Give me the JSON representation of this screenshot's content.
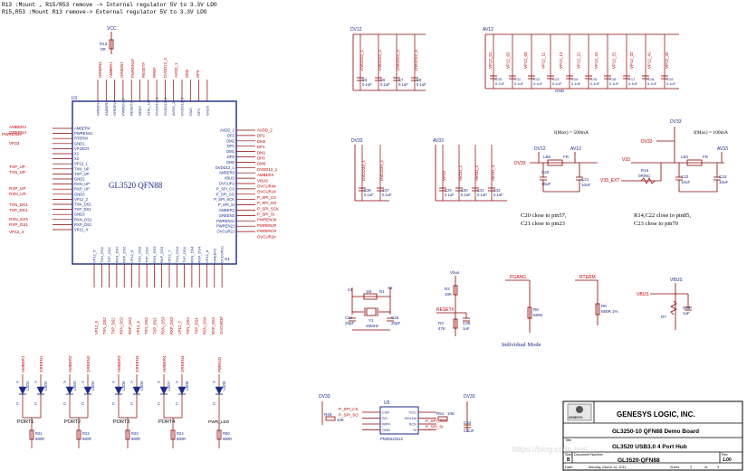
{
  "header": {
    "note1": "R13 :Mount , R15/R53 remove  -> Internal regulator 5V to 3.3V LDO",
    "note2": "R15,R53 :Mount  R13  remove-> External regulator 5V to 3.3V LDO"
  },
  "u1": {
    "ref": "U1",
    "part": "GL3520  QFN88",
    "vcc": "VCC",
    "r13": "R13",
    "r13_val": "0R",
    "left_nets": [
      "PWREN4#",
      "AMBER4",
      "GREEN4",
      "VP33",
      "TXP_UP",
      "TXN_UP",
      "RXP_UP",
      "RXN_UP",
      "TXN_DS1",
      "TXP_DS1",
      "RXN_DS1",
      "RXP_DS1",
      "VP12_4"
    ],
    "left_pins": [
      "AMBER4",
      "PWREN4J",
      "RTERM",
      "GND1",
      "VP33CR",
      "X1",
      "X2",
      "VP12_1",
      "TXN_UP",
      "TXP_UP",
      "GND2",
      "RXN_UP",
      "RXP_UP",
      "GND3",
      "VP12_2",
      "TXN_DS1",
      "TXP_DS1",
      "GND3",
      "RXN_DS1",
      "RXP_DS1",
      "VP12_4"
    ],
    "right_pins": [
      "AVDD_2",
      "DP2",
      "DM2",
      "DP1",
      "DM1",
      "DP0",
      "DM0",
      "DVDD12_1",
      "AMBER3",
      "VBUS",
      "OVCURJ",
      "P_SPI_CS",
      "P_SPI_SO",
      "P_SPI_SCK",
      "P_SPI_SI",
      "AMBER2",
      "GREEN3",
      "PWREN3J",
      "PWREN2J",
      "OVCUR2J"
    ],
    "right_nets": [
      "AVDD_2",
      "DP2",
      "DM2",
      "DP1",
      "DM1",
      "DP0",
      "DM0",
      "DVDD12_1",
      "AMBER3",
      "VBUS",
      "OVCUR4#",
      "OVCUR1#",
      "P_SPI_CS",
      "P_SPI_SO",
      "P_SPI_SCK",
      "P_SPI_SI",
      "PWREN3#",
      "PWREN2#",
      "PWREN1#",
      "OVCUR2#"
    ],
    "top_pins": [
      "GREEN4",
      "AMBER1",
      "GREEN1",
      "PWREN1J",
      "RESETJ",
      "RREF",
      "XTAL_UP",
      "DVDD12_4",
      "DVDD12_3",
      "AVDD_1",
      "DVDD12_2",
      "DM3",
      "DP3",
      "GND5"
    ],
    "top_nets": [
      "GREEN4",
      "AMBER1",
      "GREEN1",
      "PWREN1#",
      "RESET#",
      "RREF",
      "DVDD12_4",
      "AVDD_1",
      "DM3",
      "DP3"
    ],
    "bottom_pins": [
      "VP12_5",
      "TXN_DS2",
      "TXP_DS2",
      "RXN_DS2",
      "RXP_DS2",
      "VP12_6",
      "TXN_DS3",
      "TXP_DS3",
      "RXN_DS3",
      "RXP_DS3",
      "VP12_7",
      "TXN_DS4",
      "TXP_DS4",
      "RXN_DS4",
      "RXP_DS4",
      "VP12_8",
      "GREEN2",
      "OVCUR3J"
    ],
    "bottom_nets": [
      "VP12_5",
      "TXN_DS2",
      "TXP_DS2",
      "RXN_DS2",
      "RXP_DS2",
      "VP12_6",
      "TXN_DS3",
      "TXP_DS3",
      "RXN_DS3",
      "RXP_DS3",
      "VP12_7",
      "TXN_DS4",
      "TXP_DS4",
      "RXN_DS4",
      "RXP_DS4",
      "OVCUR3#"
    ],
    "g1": "G1"
  },
  "dv12_bank": {
    "rail": "DV12",
    "nets": [
      "DVDD12_1",
      "DVDD12_2",
      "DVDD12_3",
      "DVDD12_4"
    ],
    "caps": [
      "C5",
      "C6",
      "C7",
      "C8"
    ],
    "value": "0.1uF"
  },
  "av12_bank": {
    "rail": "AV12",
    "nets": [
      "VP12_01",
      "VP12_02",
      "VP12_03",
      "VP12_11",
      "VP12_12",
      "VP12_21",
      "VP12_22",
      "VP12_31",
      "VP12_32",
      "VP12_41",
      "VP12_42"
    ],
    "caps": [
      "C10",
      "C11",
      "C12",
      "C13",
      "C14",
      "C15",
      "C16",
      "C17",
      "C18",
      "C19"
    ],
    "value": "0.1uF",
    "gnd": "GND"
  },
  "dv33_bank": {
    "rail": "DV33",
    "nets": [
      "DVDD33_1",
      "DVDD33_2"
    ],
    "caps": [
      "C36",
      "C37"
    ],
    "value": "0.1uF"
  },
  "av33_bank": {
    "rail": "AV33",
    "nets": [
      "VP33",
      "AVDD_1",
      "AVDD_2",
      "AVDD_3"
    ],
    "caps": [
      "C29",
      "C30",
      "C31",
      "C32"
    ],
    "values": [
      "0.1uF",
      "0.1uF",
      "0.1uF",
      "0.1uF"
    ]
  },
  "ldo_dv12": {
    "imax": "I(Max) = 500mA",
    "dv12": "DV12",
    "av12": "AV12",
    "dv33": "DV33",
    "ferrite": "LB5",
    "fr": "FR",
    "c20": "C20",
    "c20_val": "10uF",
    "c21": "C21",
    "c21_val": "10uF",
    "note1": "C20 close to pin57,",
    "note2": "C21 close to pin23"
  },
  "ldo_dv33": {
    "imax": "I(Max) = 100mA",
    "dv33": "DV33",
    "av33": "AV33",
    "v33": "V33",
    "v33_ext": "V33_EXT",
    "ferrite": "LB4",
    "fr": "FR",
    "r15": "R15",
    "r15_val": "0R/NC",
    "c22": "C22",
    "c22_val": "10uF",
    "c23": "C23",
    "c23_val": "10uF",
    "note1": "R14,C22 close to pin85,",
    "note2": "C23 close to pin70"
  },
  "crystal": {
    "x1": "X1",
    "x2": "X2",
    "r": "1M",
    "r_ref": "R1",
    "y": "Y1",
    "freq": "25MHz",
    "c24": "C24",
    "c24_val": "20pF",
    "c25": "C25",
    "c25_val": "20pF"
  },
  "reset": {
    "vbus": "Vbus",
    "r2": "R2",
    "r2_val": "10K",
    "net": "RESET#",
    "r3": "R3",
    "r3_val": "47K",
    "c39": "C39",
    "c39_val": "1uF"
  },
  "pgang": {
    "net": "PGANG",
    "r": "R8",
    "r_val": "680K",
    "label": "Individual  Mode"
  },
  "rterm": {
    "net": "RTERM",
    "r": "R6",
    "r_val": "680R 1%"
  },
  "vbus_div": {
    "vbus": "VBUS",
    "vbus_net": "VBUS",
    "r": "R7",
    "c": "C38",
    "c_val": "1uF"
  },
  "leds": {
    "groups": [
      {
        "port": "PORT1",
        "nets": [
          "AMBER1",
          "GREEN1"
        ],
        "leds": [
          "LED1",
          "LED2"
        ],
        "r": "R21",
        "r_val": "680R"
      },
      {
        "port": "PORT2",
        "nets": [
          "AMBER2",
          "GREEN2"
        ],
        "leds": [
          "LED3",
          "LED4"
        ],
        "r": "R22",
        "r_val": "680R"
      },
      {
        "port": "PORT3",
        "nets": [
          "AMBER3",
          "GREEN3"
        ],
        "leds": [
          "LED5",
          "LED6"
        ],
        "r": "R23",
        "r_val": "680R"
      },
      {
        "port": "PORT4",
        "nets": [
          "AMBER4",
          "GREEN4"
        ],
        "leds": [
          "LED7",
          "LED8"
        ],
        "r": "R24",
        "r_val": "680R"
      }
    ],
    "power": {
      "net": "PWRGD",
      "led": "LED9",
      "r": "R50",
      "r_val": "680R",
      "port": "PWR_LED"
    },
    "pin_a": "A",
    "pin_c": "C"
  },
  "flash": {
    "dv33": "DV33",
    "dv33_2": "DV33",
    "ref": "U5",
    "part": "PM25LD512",
    "nets": [
      "P_SPI_CS",
      "P_SPI_SO",
      "P_SPI_SCK",
      "P_SPI_SI"
    ],
    "pins": [
      "CS#",
      "SO",
      "WP#",
      "GND",
      "VCC",
      "HOLD#",
      "SCK",
      "SI"
    ],
    "r49": "R49",
    "r49_val": "10K",
    "r51": "R51",
    "r51_val": "10K",
    "c54": "C54",
    "c54_val": "0.1uF"
  },
  "title_block": {
    "company": "GENESYS LOGIC, INC.",
    "logo_text": "GENESYS",
    "board": "GL3250-10  QFN88 Demo Board",
    "title_label": "Title",
    "title": "GL3520 USB3.0 4 Port Hub",
    "doc": "GL3520-QFN88",
    "size_label": "Size",
    "size": "B",
    "docnum_label": "Document Number",
    "rev_label": "Rev",
    "rev": "1.00",
    "date_label": "Date:",
    "date": "Monday, March 14, 2011",
    "sheet_label": "Sheet",
    "sheet": "2",
    "of_label": "of",
    "of": "3"
  },
  "watermark": "https://blog.csdn.net/..."
}
